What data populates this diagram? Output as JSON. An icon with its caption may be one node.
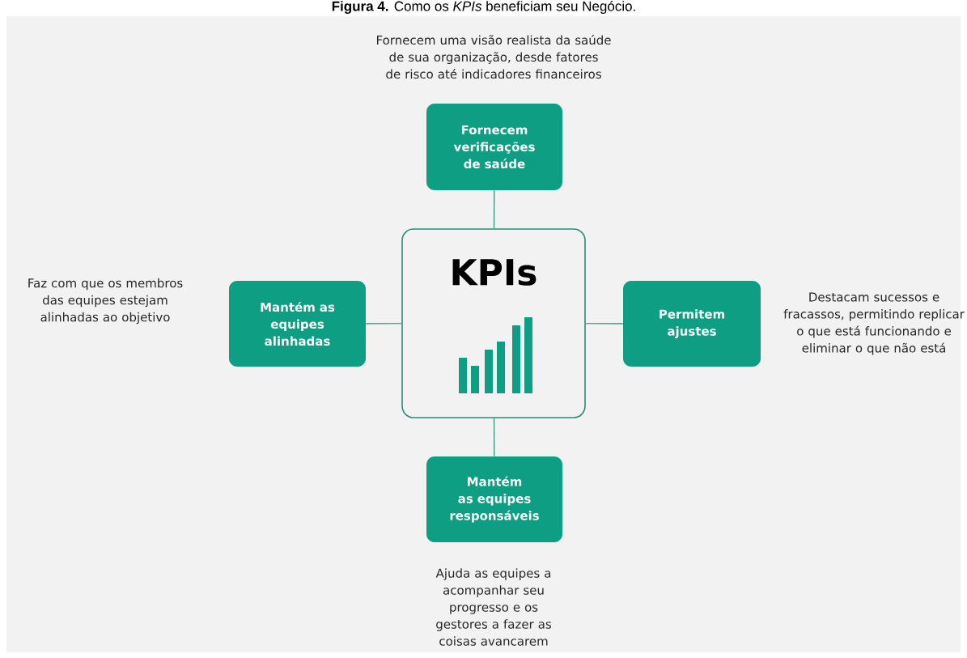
{
  "diagram": {
    "title": "**Figura 4.** Como os *KPIs* beneficiam seu Negócio.",
    "nodes": [
      {
        "text": [
          "KPIs"
        ]
      },
      {
        "text": [
          "Fornecem verificações de saúde"
        ],
        "beside": [
          "Fornecem uma visão realista da saúde de sua organização, desde fatores de risco até indicadores financeiros"
        ]
      },
      {
        "text": [
          "Mantém as equipes alinhadas"
        ],
        "beside": [
          "Faz com que os membros das equipes estejam alinhadas ao objetivo"
        ]
      },
      {
        "text": [
          "Permitem ajustes"
        ],
        "beside": [
          "Destacam sucessos e fracassos, permitindo replicar o que está funcionando e eliminar o que não está"
        ]
      },
      {
        "text": [
          "Mantém as equipes responsáveis"
        ],
        "beside": [
          "Ajuda as equipes a acompanhar seu progresso e os gestores a fazer as coisas avancarem"
        ]
      }
    ],
    "edges": [
      {
        "from": 0,
        "to": 1,
        "arrow": "none"
      },
      {
        "from": 0,
        "to": 2,
        "arrow": "none"
      },
      {
        "from": 0,
        "to": 3,
        "arrow": "none"
      },
      {
        "from": 0,
        "to": 4,
        "arrow": "none"
      }
    ]
  }
}
